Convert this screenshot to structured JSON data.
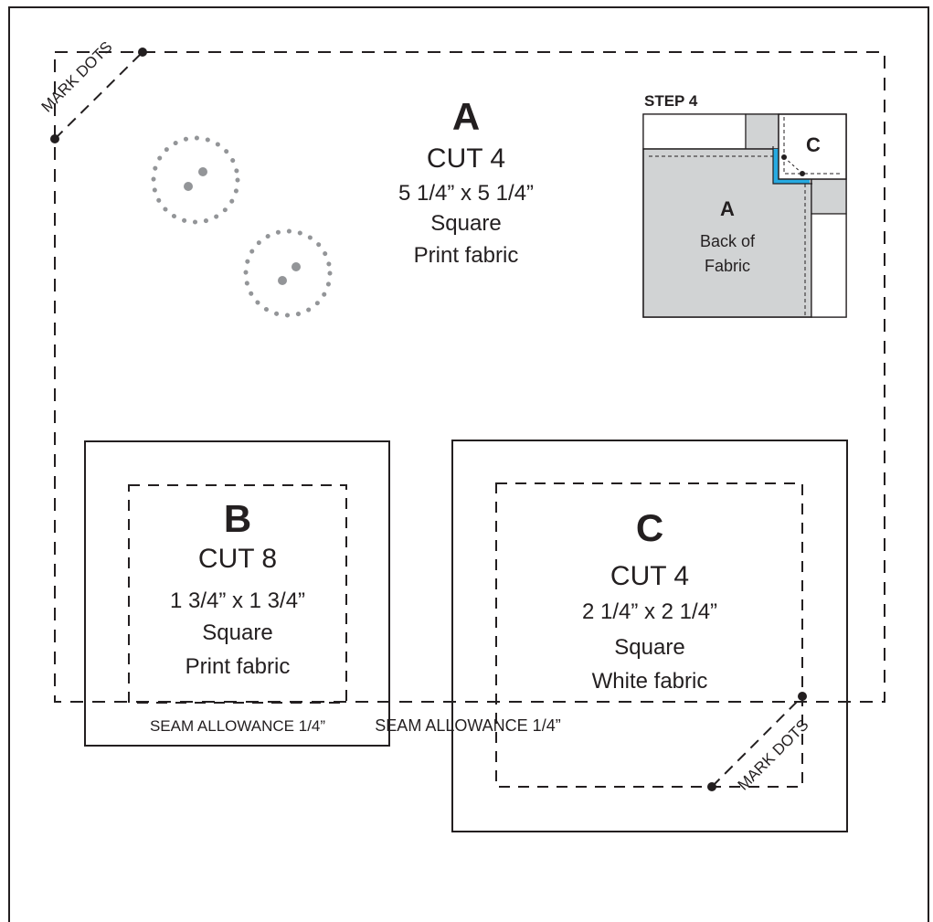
{
  "main": {
    "piece_a": {
      "letter": "A",
      "cut": "CUT 4",
      "size": "5 1/4” x 5 1/4”",
      "shape": "Square",
      "fabric": "Print fabric"
    },
    "piece_b": {
      "letter": "B",
      "cut": "CUT 8",
      "size": "1 3/4” x 1 3/4”",
      "shape": "Square",
      "fabric": "Print fabric",
      "seam": "SEAM ALLOWANCE 1/4”"
    },
    "piece_c": {
      "letter": "C",
      "cut": "CUT 4",
      "size": "2 1/4” x 2 1/4”",
      "shape": "Square",
      "fabric": "White fabric"
    },
    "mark_dots_top": "MARK DOTS",
    "mark_dots_bottom": "MARK DOTS",
    "seam_bottom": "SEAM ALLOWANCE 1/4”"
  },
  "step": {
    "title": "STEP 4",
    "label_c": "C",
    "label_a": "A",
    "back_line1": "Back of",
    "back_line2": "Fabric"
  },
  "colors": {
    "ink": "#231f20",
    "fabric_gray": "#d1d3d4",
    "button_gray": "#939598",
    "seam_blue": "#27aae1"
  }
}
